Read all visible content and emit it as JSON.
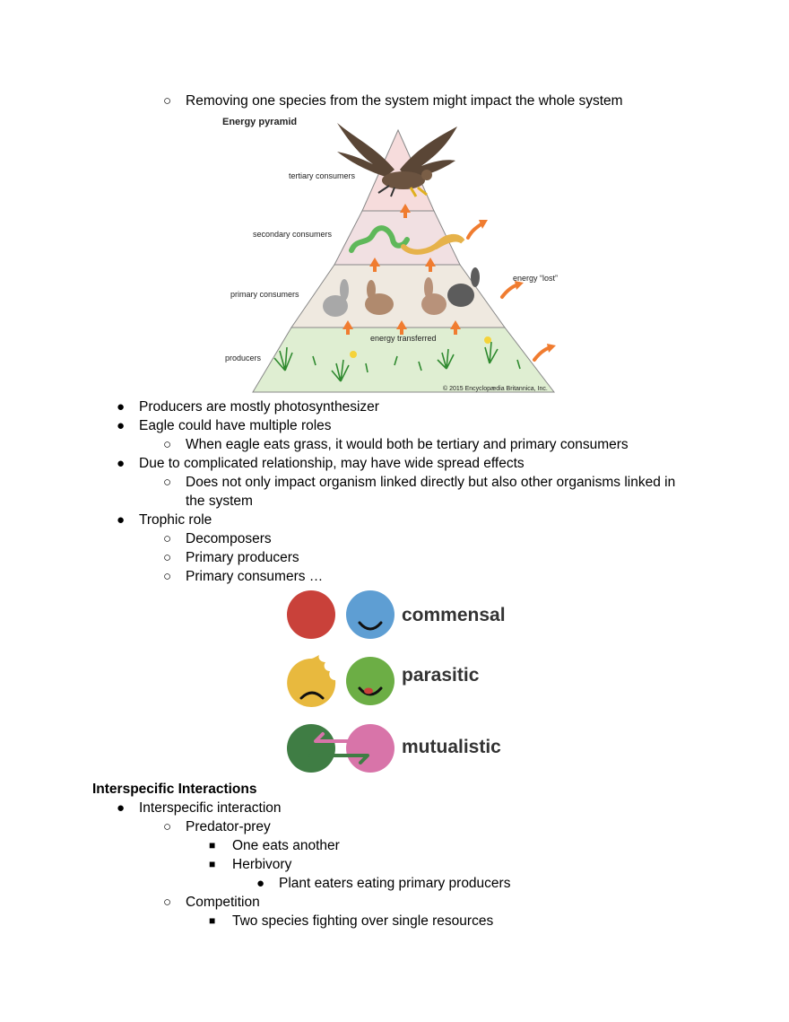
{
  "bullets": {
    "hollow": "○",
    "solid": "●",
    "square": "■"
  },
  "text": {
    "l_remove": "Removing one species from the system might impact the whole system",
    "l_producers": "Producers are mostly photosynthesizer",
    "l_eagle": "Eagle could have multiple roles",
    "l_eagle_sub": "When eagle eats grass, it would both be tertiary and primary consumers",
    "l_complicated": "Due to complicated relationship, may have wide spread effects",
    "l_not_only_1": "Does not only impact organism linked directly but also other organisms linked in",
    "l_not_only_2": "the system",
    "l_trophic": "Trophic role",
    "l_decomposers": "Decomposers",
    "l_prim_prod": "Primary producers",
    "l_prim_cons": "Primary consumers …",
    "h_interspecific": "Interspecific Interactions",
    "l_inter": "Interspecific interaction",
    "l_predator": "Predator-prey",
    "l_one_eats": "One eats another",
    "l_herbivory": "Herbivory",
    "l_plant_eaters": "Plant eaters eating primary producers",
    "l_competition": "Competition",
    "l_two_species": "Two species fighting over single resources"
  },
  "pyramid": {
    "title": "Energy pyramid",
    "tiers": {
      "tertiary": "tertiary consumers",
      "secondary": "secondary consumers",
      "primary": "primary consumers",
      "producers": "producers"
    },
    "energy_lost": "energy “lost”",
    "energy_transferred": "energy transferred",
    "copyright": "© 2015 Encyclopædia Britannica, Inc.",
    "colors": {
      "tertiary": "#f6dcdc",
      "secondary": "#f1e0e2",
      "primary": "#efe9e0",
      "producers": "#dfeed2",
      "arrow": "#f07c30"
    }
  },
  "interactions": {
    "commensal": "commensal",
    "parasitic": "parasitic",
    "mutualistic": "mutualistic",
    "colors": {
      "red": "#c9413a",
      "blue": "#5e9ed3",
      "yellow": "#e8b93e",
      "green": "#6cae45",
      "dark_green": "#3f7d44",
      "pink": "#d874a9"
    }
  }
}
